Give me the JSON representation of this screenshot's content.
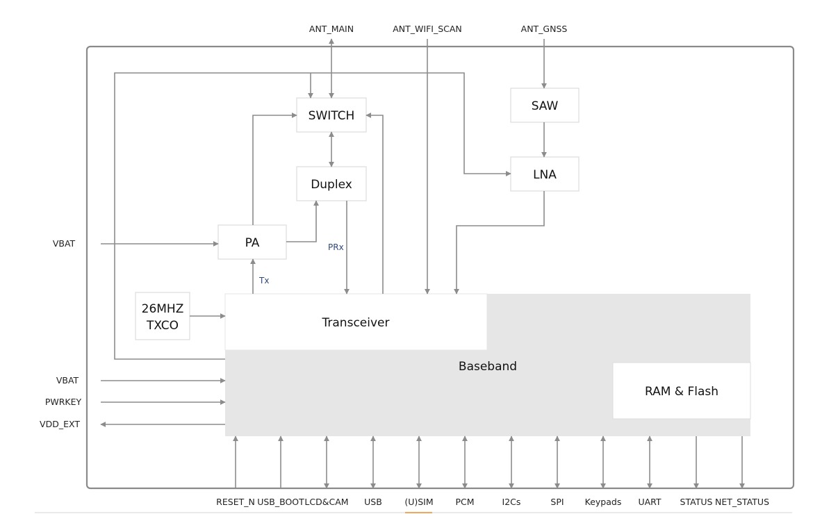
{
  "top_signals": {
    "ant_main": "ANT_MAIN",
    "ant_wifi_scan": "ANT_WIFI_SCAN",
    "ant_gnss": "ANT_GNSS"
  },
  "blocks": {
    "switch": "SWITCH",
    "duplex": "Duplex",
    "pa": "PA",
    "saw": "SAW",
    "lna": "LNA",
    "txco_line1": "26MHZ",
    "txco_line2": "TXCO",
    "transceiver": "Transceiver",
    "baseband": "Baseband",
    "ram_flash": "RAM & Flash"
  },
  "signal_labels": {
    "prx": "PRx",
    "tx": "Tx"
  },
  "left_signals": {
    "vbat_pa": "VBAT",
    "vbat": "VBAT",
    "pwrkey": "PWRKEY",
    "vdd_ext": "VDD_EXT"
  },
  "bottom_pins": [
    {
      "label": "RESET_N",
      "direction": "in"
    },
    {
      "label": "USB_BOOT",
      "direction": "in"
    },
    {
      "label": "LCD&CAM",
      "direction": "bidirectional"
    },
    {
      "label": "USB",
      "direction": "bidirectional"
    },
    {
      "label": "(U)SIM",
      "direction": "bidirectional"
    },
    {
      "label": "PCM",
      "direction": "bidirectional"
    },
    {
      "label": "I2Cs",
      "direction": "bidirectional"
    },
    {
      "label": "SPI",
      "direction": "bidirectional"
    },
    {
      "label": "Keypads",
      "direction": "bidirectional"
    },
    {
      "label": "UART",
      "direction": "bidirectional"
    },
    {
      "label": "STATUS",
      "direction": "out"
    },
    {
      "label": "NET_STATUS",
      "direction": "out"
    }
  ],
  "colors": {
    "line": "#8c8c8c",
    "baseband_fill": "#e6e6e6",
    "signal_label": "#2d4a78",
    "accent": "#f0a860"
  }
}
